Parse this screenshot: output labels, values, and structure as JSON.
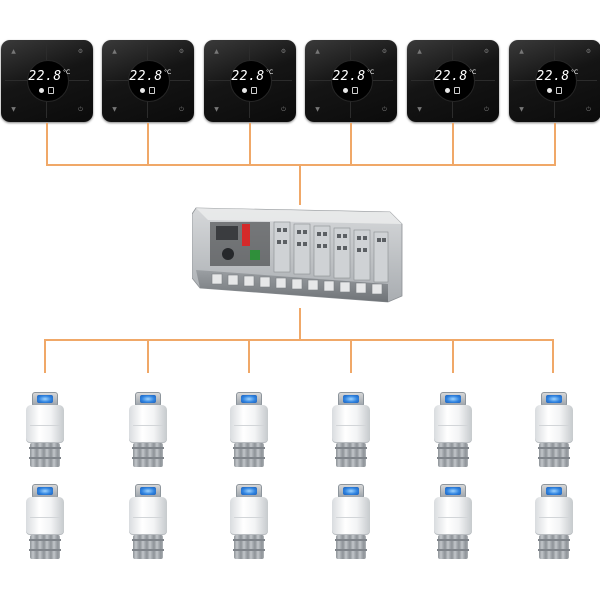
{
  "thermostats": [
    {
      "temperature": "22.8",
      "unit": "°C"
    },
    {
      "temperature": "22.8",
      "unit": "°C"
    },
    {
      "temperature": "22.8",
      "unit": "°C"
    },
    {
      "temperature": "22.8",
      "unit": "°C"
    },
    {
      "temperature": "22.8",
      "unit": "°C"
    },
    {
      "temperature": "22.8",
      "unit": "°C"
    }
  ],
  "actuator_rows": 2,
  "actuators_per_row": 6,
  "colors": {
    "wire": "#f0a868",
    "thermostat_body": "#111111",
    "display_text": "#ffffff",
    "actuator_lens": "#2f83e0"
  },
  "icons": {
    "thermostat_top_left": "snowflake-icon",
    "thermostat_top_right": "settings-icon",
    "thermostat_bottom_left": "down-arrow-icon",
    "thermostat_bottom_right": "power-icon"
  }
}
